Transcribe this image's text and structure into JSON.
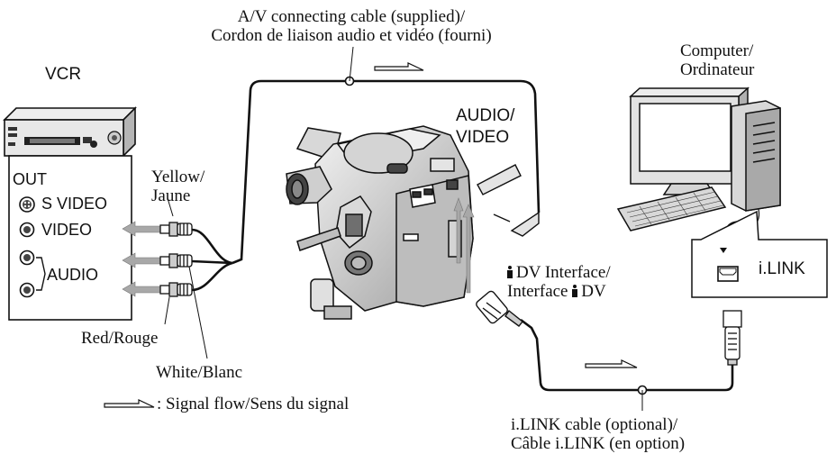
{
  "labels": {
    "av_cable": "A/V connecting cable (supplied)/",
    "av_cable_fr": "Cordon de liaison audio et vidéo (fourni)",
    "vcr": "VCR",
    "computer": "Computer/",
    "computer_fr": "Ordinateur",
    "audio_video_1": "AUDIO/",
    "audio_video_2": "VIDEO",
    "out": "OUT",
    "s_video": "S VIDEO",
    "video": "VIDEO",
    "audio": "AUDIO",
    "yellow": "Yellow/",
    "yellow_fr": "Jaune",
    "red": "Red/Rouge",
    "white": "White/Blanc",
    "dv_interface": "DV Interface/",
    "dv_interface_fr": "Interface",
    "dv_interface_fr_suffix": "DV",
    "ilink_port": "i.LINK",
    "signal_flow": ": Signal flow/Sens du signal",
    "ilink_cable": "i.LINK cable (optional)/",
    "ilink_cable_fr": "Câble i.LINK (en option)"
  },
  "colors": {
    "ink": "#111111",
    "device_fill": "#e8e8e8",
    "device_shade": "#9a9a9a",
    "arrow_fill": "#a8a8a8"
  }
}
